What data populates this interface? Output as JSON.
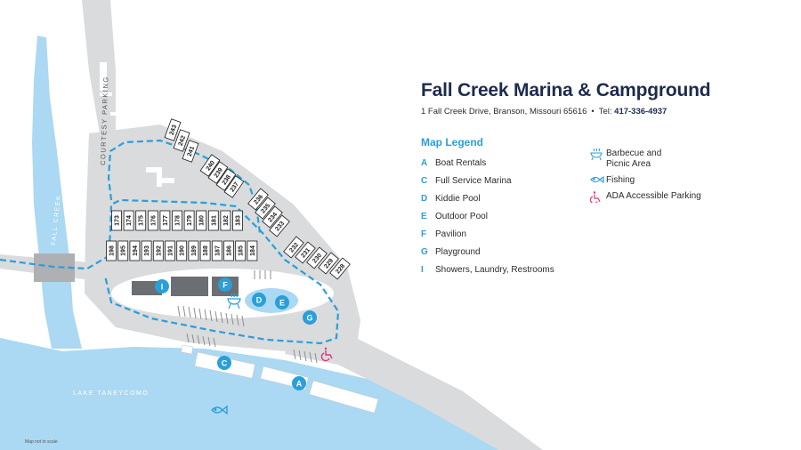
{
  "header": {
    "title": "Fall Creek Marina & Campground",
    "address": "1 Fall Creek Drive, Branson, Missouri 65616",
    "separator": "•",
    "tel_label": "Tel:",
    "tel": "417-336-4937"
  },
  "legend": {
    "title": "Map Legend",
    "letters": [
      {
        "key": "A",
        "label": "Boat Rentals"
      },
      {
        "key": "C",
        "label": "Full Service Marina"
      },
      {
        "key": "D",
        "label": "Kiddie Pool"
      },
      {
        "key": "E",
        "label": "Outdoor Pool"
      },
      {
        "key": "F",
        "label": "Pavilion"
      },
      {
        "key": "G",
        "label": "Playground"
      },
      {
        "key": "I",
        "label": "Showers, Laundry, Restrooms"
      }
    ],
    "icons": [
      {
        "icon": "barbecue-icon",
        "label_line1": "Barbecue and",
        "label_line2": "Picnic Area"
      },
      {
        "icon": "fish-icon",
        "label_line1": "Fishing",
        "label_line2": ""
      },
      {
        "icon": "ada-parking-icon",
        "label_line1": "ADA Accessible Parking",
        "label_line2": ""
      }
    ]
  },
  "map": {
    "labels": {
      "courtesy_parking": "COURTESY PARKING",
      "fall_creek": "FALL CREEK",
      "lake": "LAKE TANEYCOMO",
      "scale_note": "Map not to scale"
    },
    "sites": {
      "bottom_row": [
        "198",
        "195",
        "194",
        "193",
        "192",
        "191",
        "190",
        "189",
        "188",
        "187",
        "186",
        "185",
        "184"
      ],
      "upper_row": [
        "173",
        "174",
        "175",
        "176",
        "177",
        "178",
        "179",
        "180",
        "181",
        "182",
        "183"
      ],
      "ne_top": [
        "243",
        "242",
        "241"
      ],
      "ne_mid": [
        "240",
        "239",
        "238",
        "237"
      ],
      "ne_lower": [
        "236",
        "235",
        "234",
        "233"
      ],
      "ne_bottom": [
        "232",
        "231",
        "230",
        "229",
        "228"
      ]
    },
    "markers": [
      {
        "key": "I"
      },
      {
        "key": "F"
      },
      {
        "key": "D"
      },
      {
        "key": "E"
      },
      {
        "key": "G"
      },
      {
        "key": "C"
      },
      {
        "key": "A"
      }
    ],
    "colors": {
      "water": "#abd8f2",
      "land": "#d9dbdd",
      "route": "#2a9fd8",
      "marker": "#2a9fd8",
      "ada": "#e0357a",
      "title": "#1d2b4f"
    }
  }
}
